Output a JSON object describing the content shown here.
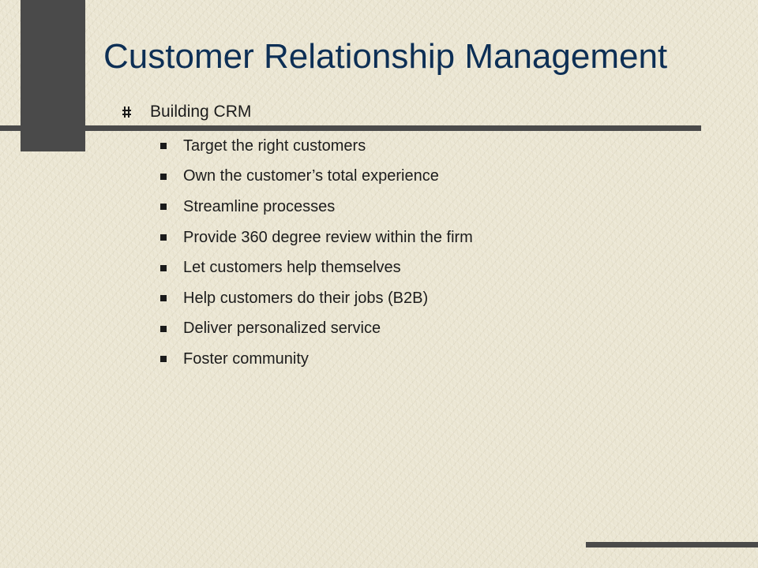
{
  "slide": {
    "title": "Customer Relationship Management",
    "heading": "Building CRM",
    "bullets": [
      "Target the right customers",
      "Own the customer’s total experience",
      "Streamline processes",
      "Provide 360 degree review within the firm",
      "Let customers help themselves",
      "Help customers do their jobs (B2B)",
      "Deliver personalized service",
      "Foster community"
    ]
  },
  "colors": {
    "background": "#ece7d4",
    "title": "#0d2f55",
    "text": "#1c1c1c",
    "accent_bars": "#4a4a4a"
  },
  "icons": {
    "heading_bullet": "hash-bullet-icon",
    "item_bullet": "square-bullet-icon"
  }
}
